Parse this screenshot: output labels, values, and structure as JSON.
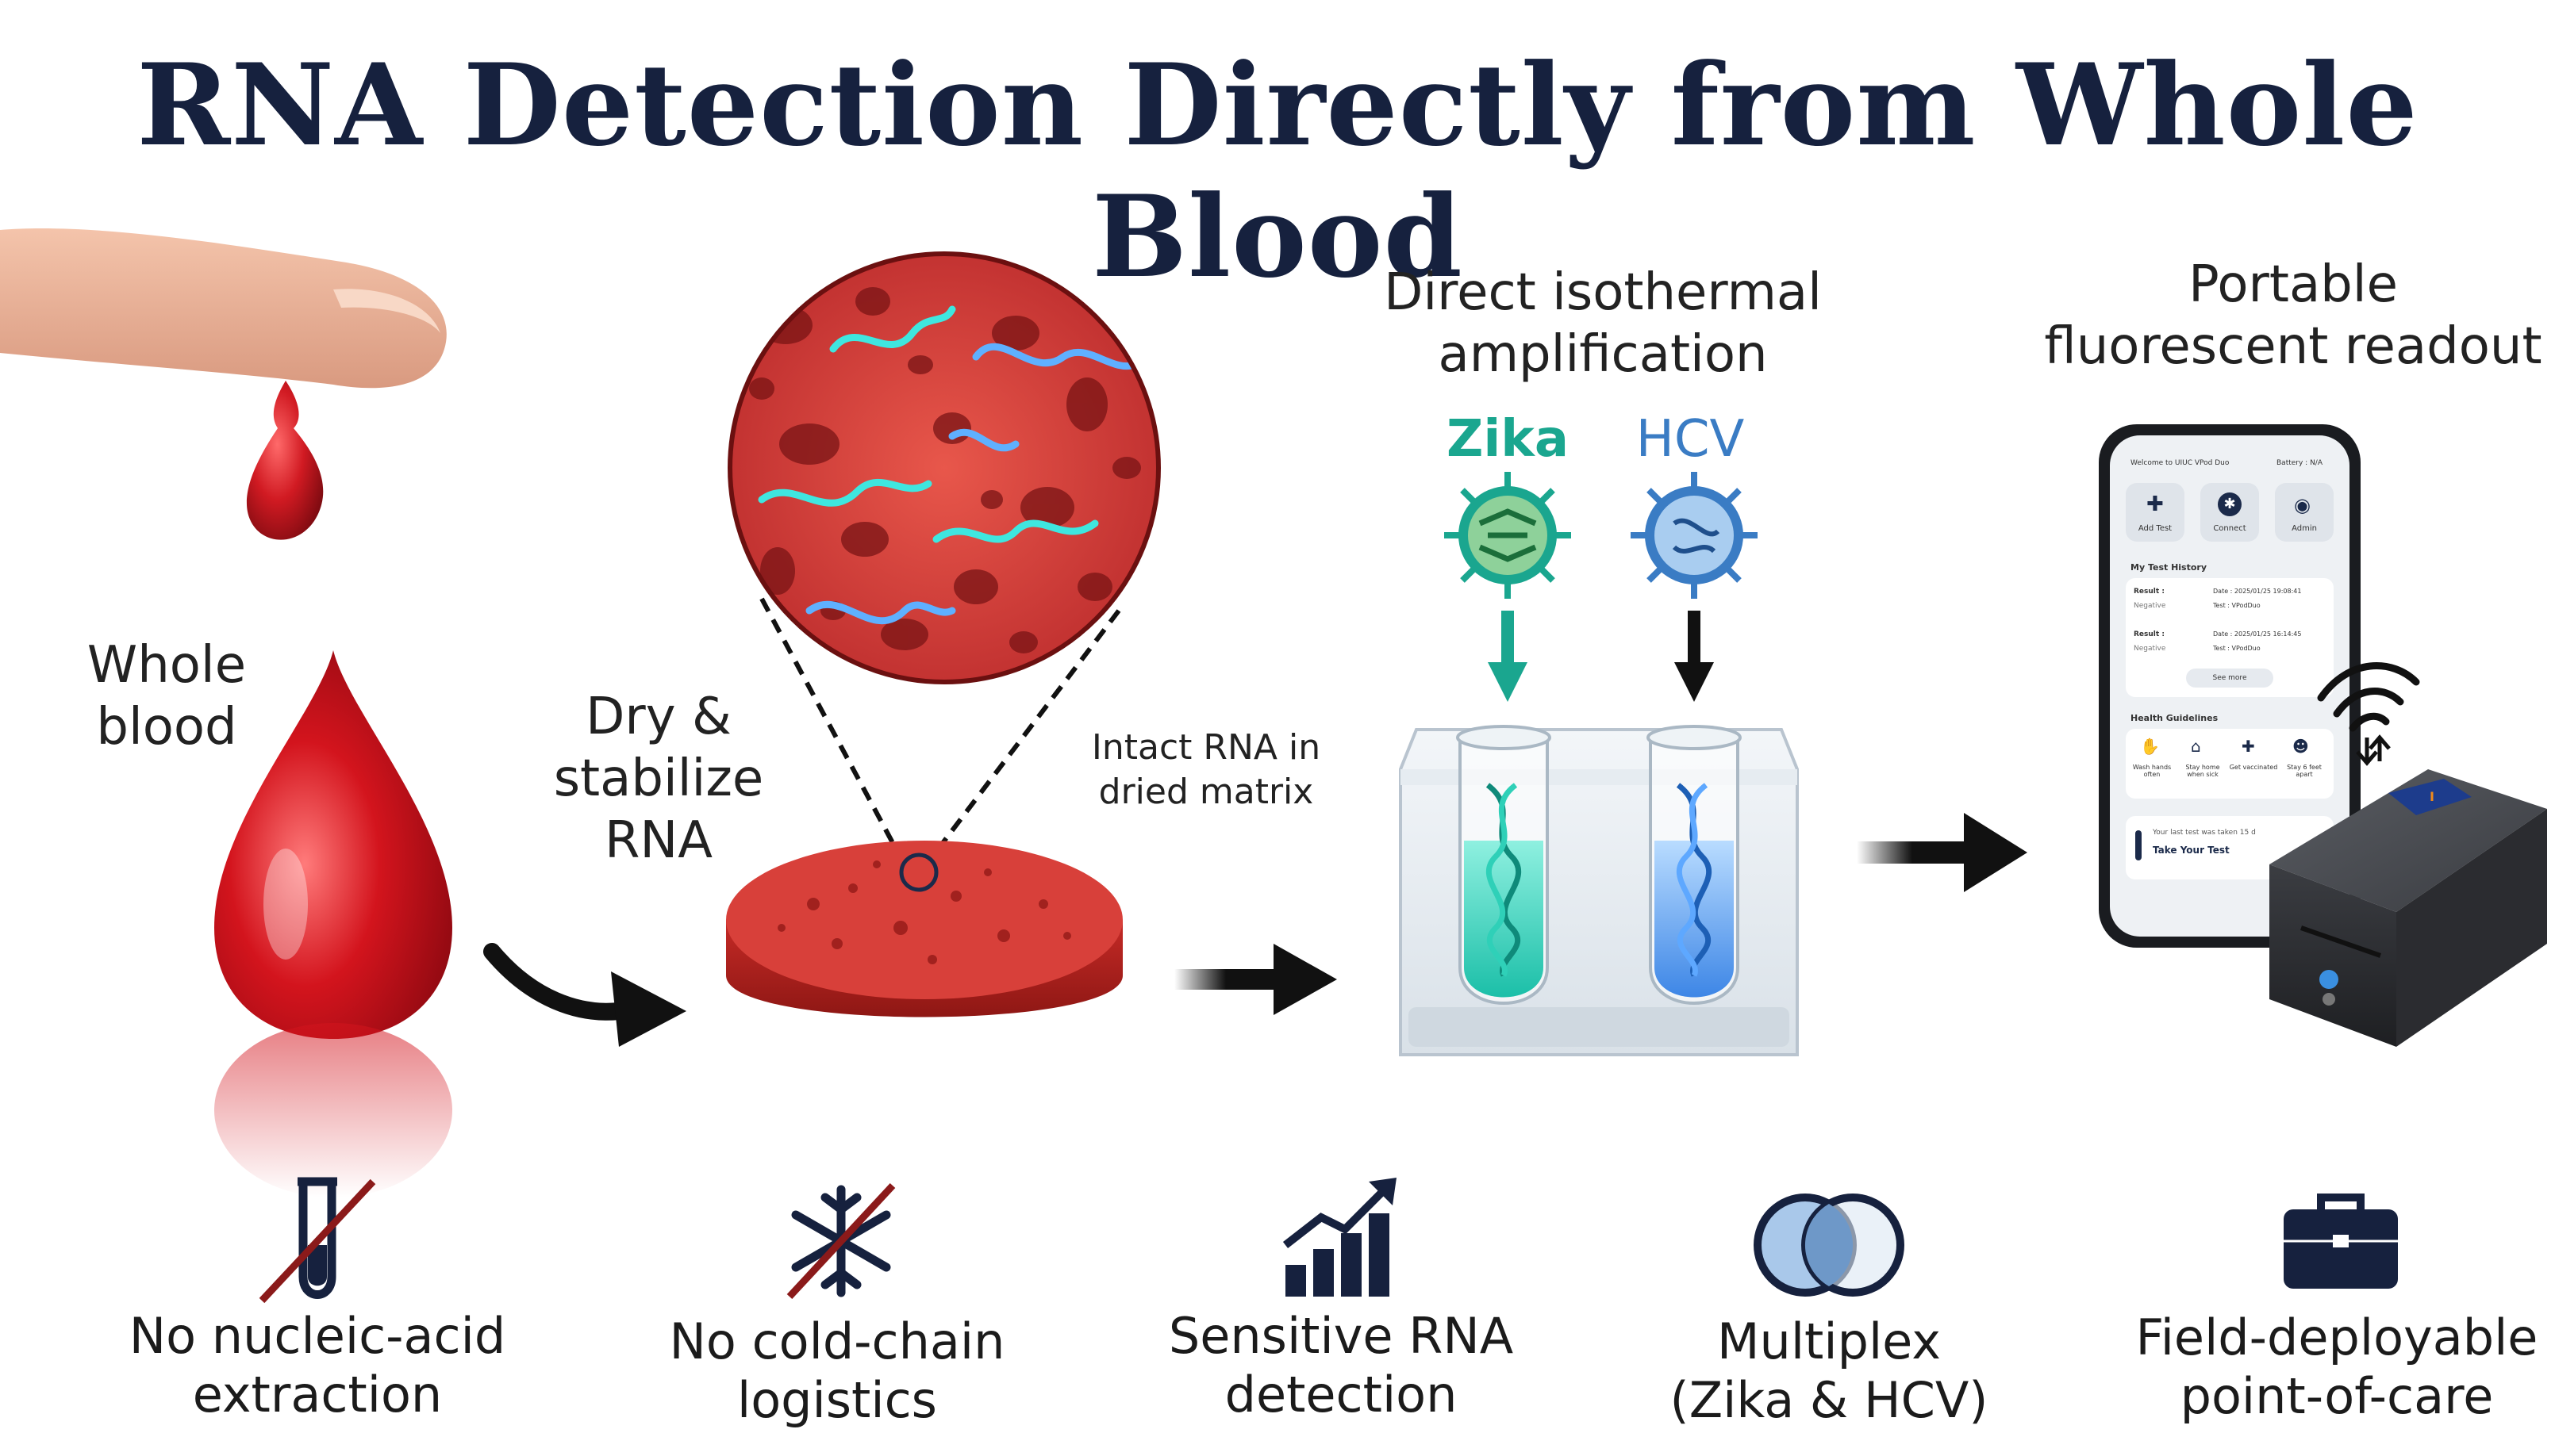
{
  "title": "RNA Detection Directly from Whole Blood",
  "steps": {
    "whole_blood": "Whole\nblood",
    "dry_stabilize": "Dry &\nstabilize\nRNA",
    "intact_rna": "Intact RNA in\ndried matrix",
    "amplification": "Direct isothermal\namplification",
    "zika": "Zika",
    "hcv": "HCV",
    "readout": "Portable\nfluorescent readout"
  },
  "phone": {
    "header_left": "Welcome to UIUC VPod Duo",
    "header_right": "Battery : N/A",
    "buttons": [
      "Add Test",
      "Connect",
      "Admin"
    ],
    "history_title": "My Test History",
    "history": [
      {
        "result_label": "Result :",
        "result": "Negative",
        "date": "Date : 2025/01/25 19:08:41",
        "test": "Test : VPodDuo"
      },
      {
        "result_label": "Result :",
        "result": "Negative",
        "date": "Date : 2025/01/25 16:14:45",
        "test": "Test : VPodDuo"
      }
    ],
    "see_more": "See more",
    "guidelines_title": "Health Guidelines",
    "guidelines": [
      "Wash hands often",
      "Stay home when sick",
      "Get vaccinated",
      "Stay 6 feet apart"
    ],
    "last_test": "Your last test was taken 15 d",
    "take_test": "Take Your Test"
  },
  "features": [
    {
      "label": "No nucleic-acid\nextraction",
      "icon": "crossed-test-tube-icon"
    },
    {
      "label": "No cold-chain\nlogistics",
      "icon": "crossed-snowflake-icon"
    },
    {
      "label": "Sensitive RNA\ndetection",
      "icon": "rising-bar-chart-icon"
    },
    {
      "label": "Multiplex\n(Zika & HCV)",
      "icon": "overlapping-circles-icon"
    },
    {
      "label": "Field-deployable\npoint-of-care",
      "icon": "briefcase-icon"
    }
  ],
  "colors": {
    "title": "#16213e",
    "blood": "#c0121c",
    "zika": "#1aa68f",
    "hcv": "#3a7cc4",
    "icon": "#16213e",
    "strike": "#8b1a1a"
  }
}
